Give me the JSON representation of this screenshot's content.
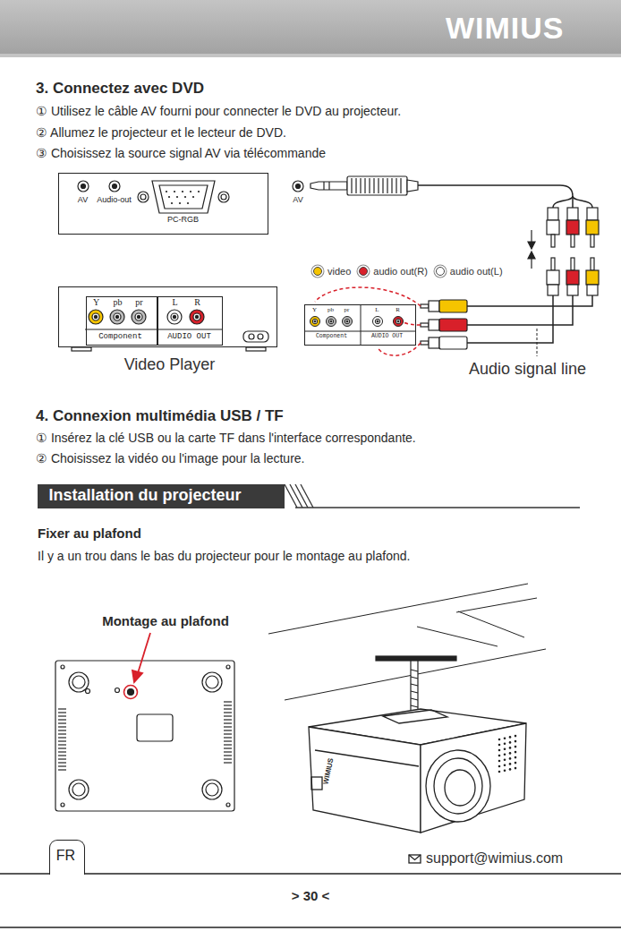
{
  "diagram": {
    "nodes": [
      {
        "text": [
          "AV",
          "Audio-out",
          "PC-RGB"
        ]
      },
      {
        "text": [
          "Video Player"
        ]
      },
      {
        "text": [
          "Y",
          "pb",
          "pr",
          "Component"
        ],
        "in": 1
      },
      {
        "text": [
          "L",
          "R",
          "AUDIO OUT"
        ],
        "in": 1
      },
      {
        "text": [
          "Y",
          "pb",
          "pr",
          "L",
          "R",
          "Component",
          "AUDIO OUT"
        ]
      },
      {
        "text": [
          "Installation du projecteur"
        ]
      },
      {
        "text": [
          "FR"
        ]
      }
    ],
    "labels": [
      "3. Connectez avec DVD",
      "① Utilisez le câble AV fourni pour connecter le DVD au projecteur.",
      "② Allumez le projecteur et le lecteur de DVD.",
      "③ Choisissez la source signal AV via télécommande",
      "AV",
      "Audio signal line",
      "4. Connexion multimédia USB / TF",
      "① Insérez la clé USB ou la carte TF dans l'interface correspondante.",
      "② Choisissez la vidéo ou l'image pour la lecture.",
      "Fixer au plafond",
      "Il y a un trou dans le bas du projecteur pour le montage au plafond.",
      "Montage au plafond",
      "WIMIUS",
      "WIMIUS",
      "support@wimius.com",
      "> 30 <"
    ],
    "legend": [
      {
        "text": "video",
        "color": "#f5c400"
      },
      {
        "text": "audio out(R)",
        "color": "#d8202a"
      },
      {
        "text": "audio out(L)",
        "color": "#ffffff"
      }
    ]
  }
}
